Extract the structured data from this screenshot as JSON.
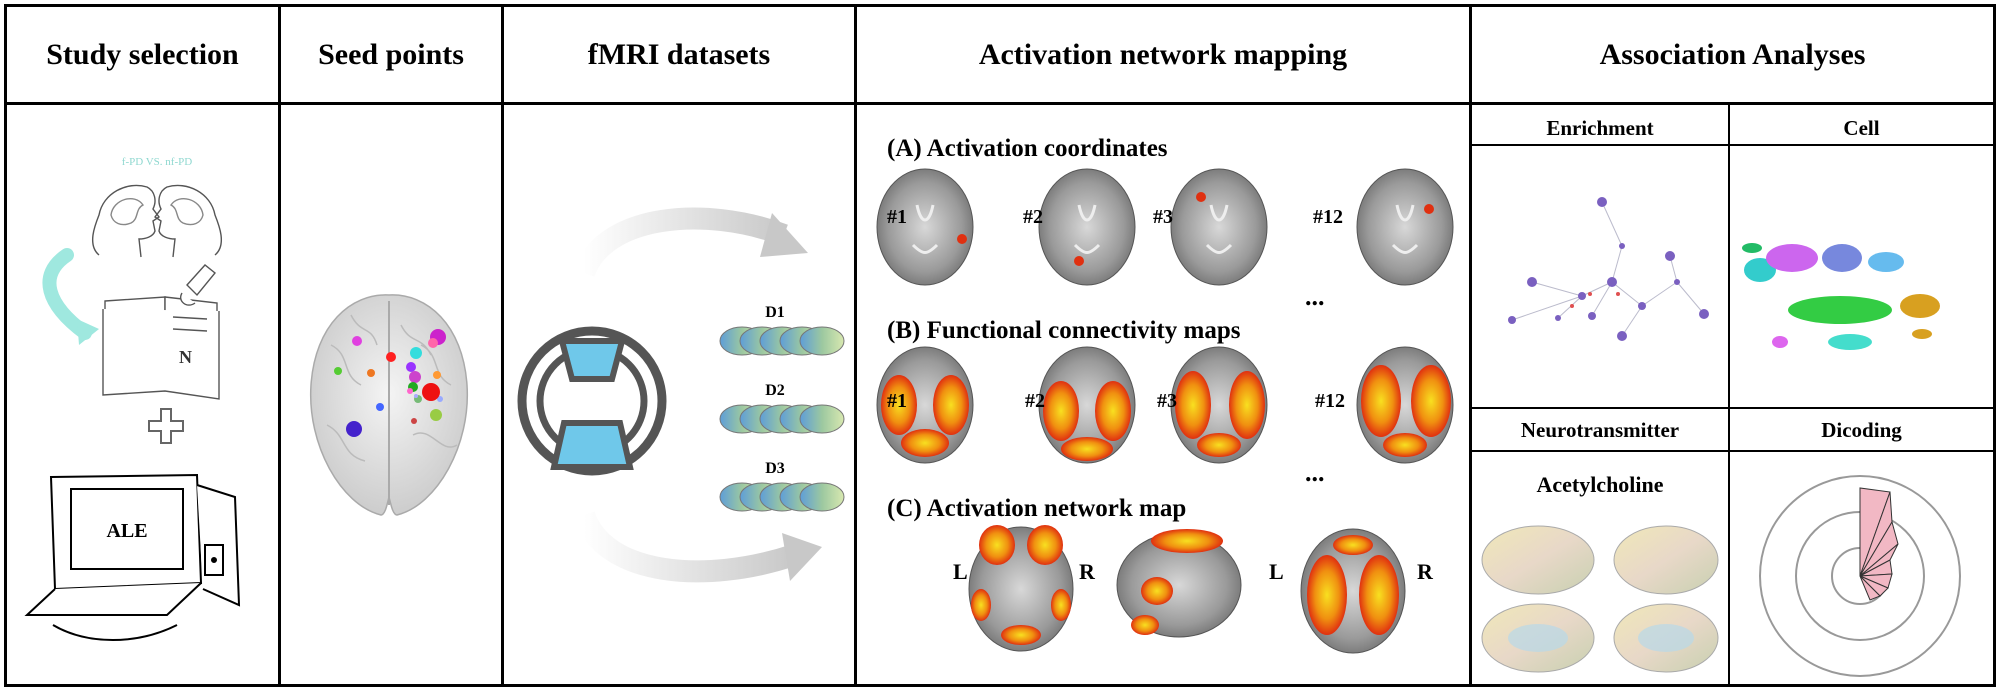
{
  "columns": [
    {
      "title": "Study selection"
    },
    {
      "title": "Seed points"
    },
    {
      "title": "fMRI datasets"
    },
    {
      "title": "Activation network mapping"
    },
    {
      "title": "Association Analyses"
    }
  ],
  "study_selection": {
    "comparison_text": "f-PD VS. nf-PD",
    "notebook_letter": "N",
    "computer_label": "ALE"
  },
  "fmri": {
    "datasets": [
      "D1",
      "D2",
      "D3"
    ]
  },
  "anm": {
    "section_a": "(A) Activation coordinates",
    "section_b": "(B) Functional connectivity maps",
    "section_c": "(C) Activation network map",
    "slice_labels_a": [
      "#1",
      "#2",
      "#3",
      "#12"
    ],
    "slice_labels_b": [
      "#1",
      "#2",
      "#3",
      "#12"
    ],
    "ellipsis": "...",
    "left_label": "L",
    "right_label": "R"
  },
  "association": {
    "enrichment": "Enrichment",
    "cell": "Cell",
    "neurotransmitter": "Neurotransmitter",
    "decoding": "Dicoding",
    "acetylcholine": "Acetylcholine"
  },
  "colors": {
    "teal_arrow": "#9fe8df",
    "scanner_blue": "#6fc8ea",
    "activation_red": "#e03010",
    "activation_yellow": "#f8e020"
  }
}
